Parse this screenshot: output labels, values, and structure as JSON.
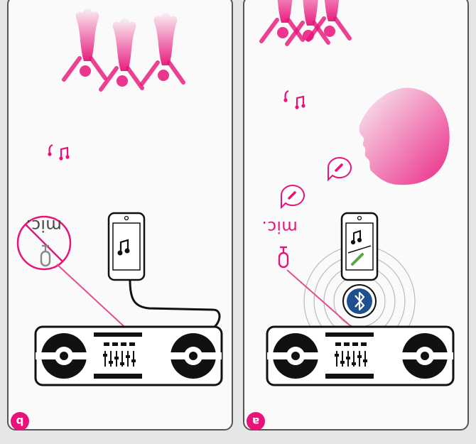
{
  "panels": {
    "left": {
      "badge": "b",
      "mic_label": "mic."
    },
    "right": {
      "badge": "a",
      "mic_label": "mic."
    }
  },
  "colors": {
    "accent": "#e8137a",
    "line": "#e0508f",
    "bluetooth": "#1f4f8f",
    "phone_green": "#5aa844"
  },
  "icons": [
    "music-note-icon",
    "microphone-icon",
    "smartphone-icon",
    "bluetooth-icon",
    "speech-bubble-phone-icon",
    "boombox-icon"
  ]
}
